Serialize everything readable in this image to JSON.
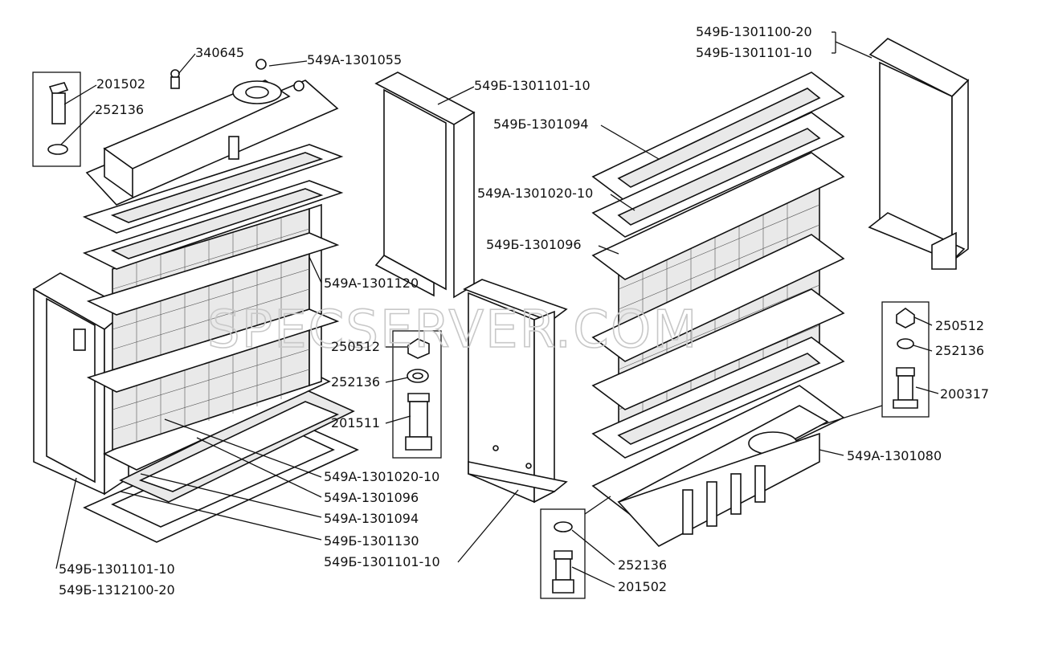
{
  "labels": {
    "l340645": "340645",
    "l549A_1301055": "549A-1301055",
    "l201502_tl": "201502",
    "l252136_tl": "252136",
    "l549B_1301101_10_top": "549Б-1301101-10",
    "l549B_1301100_20": "549Б-1301100-20",
    "l549B_1301101_10_tr": "549Б-1301101-10",
    "l549B_1301094": "549Б-1301094",
    "l549A_1301020_10_r": "549A-1301020-10",
    "l549B_1301096": "549Б-1301096",
    "l549A_1301120": "549A-1301120",
    "l250512_m": "250512",
    "l252136_m": "252136",
    "l201511": "201511",
    "l549A_1301020_10_b": "549A-1301020-10",
    "l549A_1301096": "549A-1301096",
    "l549A_1301094": "549A-1301094",
    "l549B_1301130": "549Б-1301130",
    "l549B_1301101_10_bm": "549Б-1301101-10",
    "l549B_1301101_10_bl": "549Б-1301101-10",
    "l549B_1312100_20": "549Б-1312100-20",
    "l250512_r": "250512",
    "l252136_r": "252136",
    "l200317": "200317",
    "l549A_1301080": "549A-1301080",
    "l252136_br": "252136",
    "l201502_br": "201502"
  },
  "watermark": "SPECSERVER.COM"
}
